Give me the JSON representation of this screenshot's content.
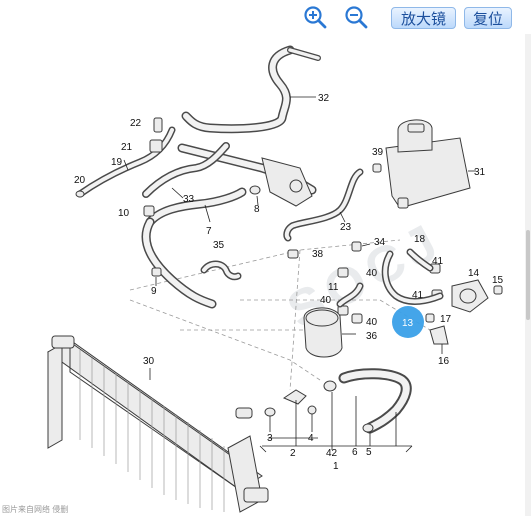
{
  "toolbar": {
    "zoom_in_icon": "zoom-in-icon",
    "zoom_out_icon": "zoom-out-icon",
    "magnifier_label": "放大镜",
    "reset_label": "复位"
  },
  "diagram": {
    "part_numbers": {
      "p1": "1",
      "p2": "2",
      "p3": "3",
      "p4": "4",
      "p5": "5",
      "p6": "6",
      "p7": "7",
      "p8": "8",
      "p9": "9",
      "p10": "10",
      "p11": "11",
      "p13": "13",
      "p14": "14",
      "p15": "15",
      "p16": "16",
      "p17": "17",
      "p18": "18",
      "p19": "19",
      "p20": "20",
      "p21": "21",
      "p22": "22",
      "p23": "23",
      "p30": "30",
      "p31": "31",
      "p32": "32",
      "p33": "33",
      "p34": "34",
      "p35": "35",
      "p36": "36",
      "p38": "38",
      "p39": "39",
      "p40": "40",
      "p41": "41",
      "p42": "42"
    },
    "watermark": "SOCJ",
    "highlight_color": "#3aa0e8"
  },
  "footer": {
    "caption": "图片来自网络 侵删"
  }
}
